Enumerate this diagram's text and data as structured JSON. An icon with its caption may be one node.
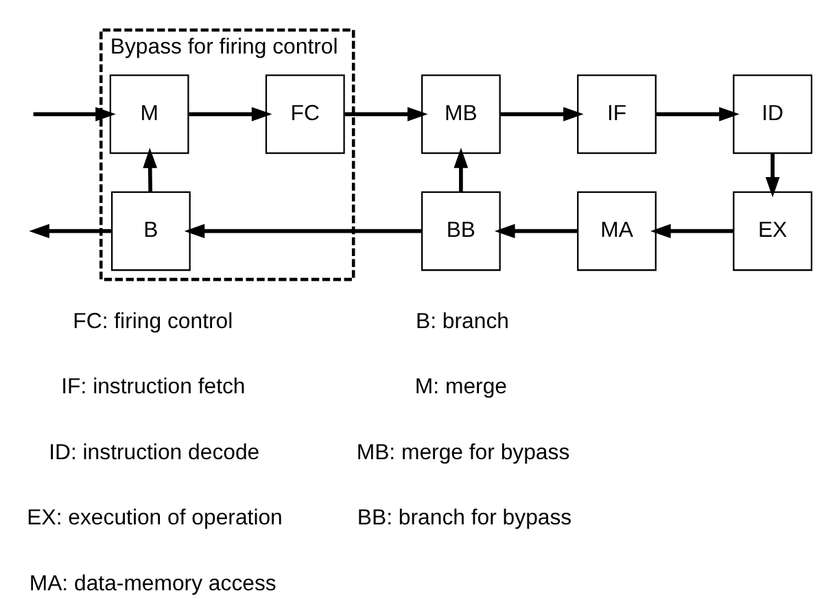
{
  "diagram": {
    "nodes": [
      {
        "text": [
          "Bypass for firing control"
        ]
      },
      {
        "text": [
          "M"
        ],
        "in": 0
      },
      {
        "text": [
          "FC"
        ],
        "in": 0
      },
      {
        "text": [
          "MB"
        ]
      },
      {
        "text": [
          "IF"
        ]
      },
      {
        "text": [
          "ID"
        ]
      },
      {
        "text": [
          "EX"
        ]
      },
      {
        "text": [
          "MA"
        ]
      },
      {
        "text": [
          "BB"
        ]
      },
      {
        "text": [
          "B"
        ],
        "in": 0
      }
    ],
    "edges": [
      {
        "from": null,
        "to": 1,
        "arrow": "to"
      },
      {
        "from": 1,
        "to": 2,
        "arrow": "to"
      },
      {
        "from": 2,
        "to": 3,
        "arrow": "to"
      },
      {
        "from": 3,
        "to": 4,
        "arrow": "to"
      },
      {
        "from": 4,
        "to": 5,
        "arrow": "to"
      },
      {
        "from": 5,
        "to": 6,
        "arrow": "to"
      },
      {
        "from": 6,
        "to": 7,
        "arrow": "to"
      },
      {
        "from": 7,
        "to": 8,
        "arrow": "to"
      },
      {
        "from": 8,
        "to": 3,
        "arrow": "to"
      },
      {
        "from": 8,
        "to": 9,
        "arrow": "to"
      },
      {
        "from": 9,
        "to": 1,
        "arrow": "to"
      },
      {
        "from": 9,
        "to": null,
        "arrow": "to"
      }
    ],
    "labels": [
      "FC: firing control",
      "B: branch",
      "IF: instruction fetch",
      "M: merge",
      "ID: instruction decode",
      "MB: merge for bypass",
      "EX: execution of operation",
      "BB: branch for bypass",
      "MA: data-memory access"
    ]
  }
}
